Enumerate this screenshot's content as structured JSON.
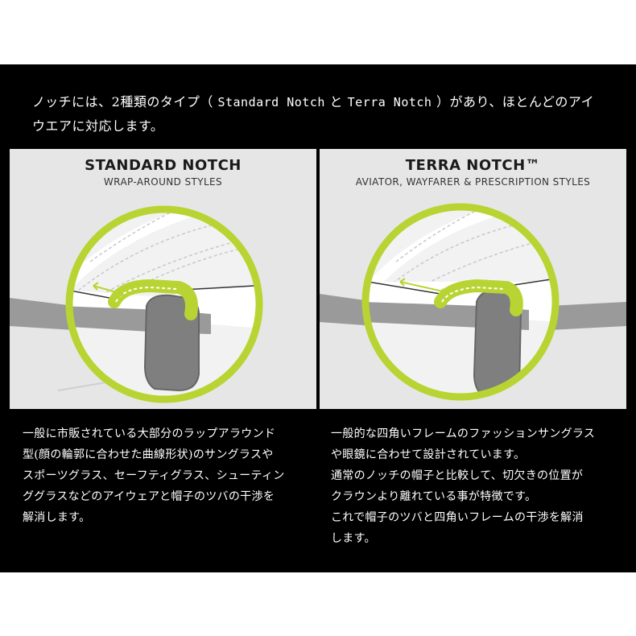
{
  "intro": {
    "line1_pre": "ノッチには、2種類のタイプ（",
    "standard": "Standard Notch",
    "and": "と",
    "terra": "Terra Notch",
    "line1_post": "）があり、ほとんどのアイ",
    "line2": "ウエアに対応します。"
  },
  "standard": {
    "title": "STANDARD NOTCH",
    "subtitle": "WRAP-AROUND STYLES",
    "description": [
      "一般に市販されている大部分のラップアラウンド",
      "型(顔の輪郭に合わせた曲線形状)のサングラスや",
      "スポーツグラス、セーフティグラス、シューティン",
      "ググラスなどのアイウェアと帽子のツバの干渉を",
      "解消します。"
    ]
  },
  "terra": {
    "title": "TERRA NOTCH™",
    "subtitle": "AVIATOR, WAYFARER & PRESCRIPTION STYLES",
    "description": [
      "一般的な四角いフレームのファッションサングラス",
      "や眼鏡に合わせて設計されています。",
      "通常のノッチの帽子と比較して、切欠きの位置が",
      "クラウンより離れている事が特徴です。",
      "これで帽子のツバと四角いフレームの干渉を解消",
      "します。"
    ]
  },
  "colors": {
    "accent": "#b8d432",
    "panel": "#000000",
    "card": "#e6e6e6",
    "glasses": "#9a9a9a"
  }
}
